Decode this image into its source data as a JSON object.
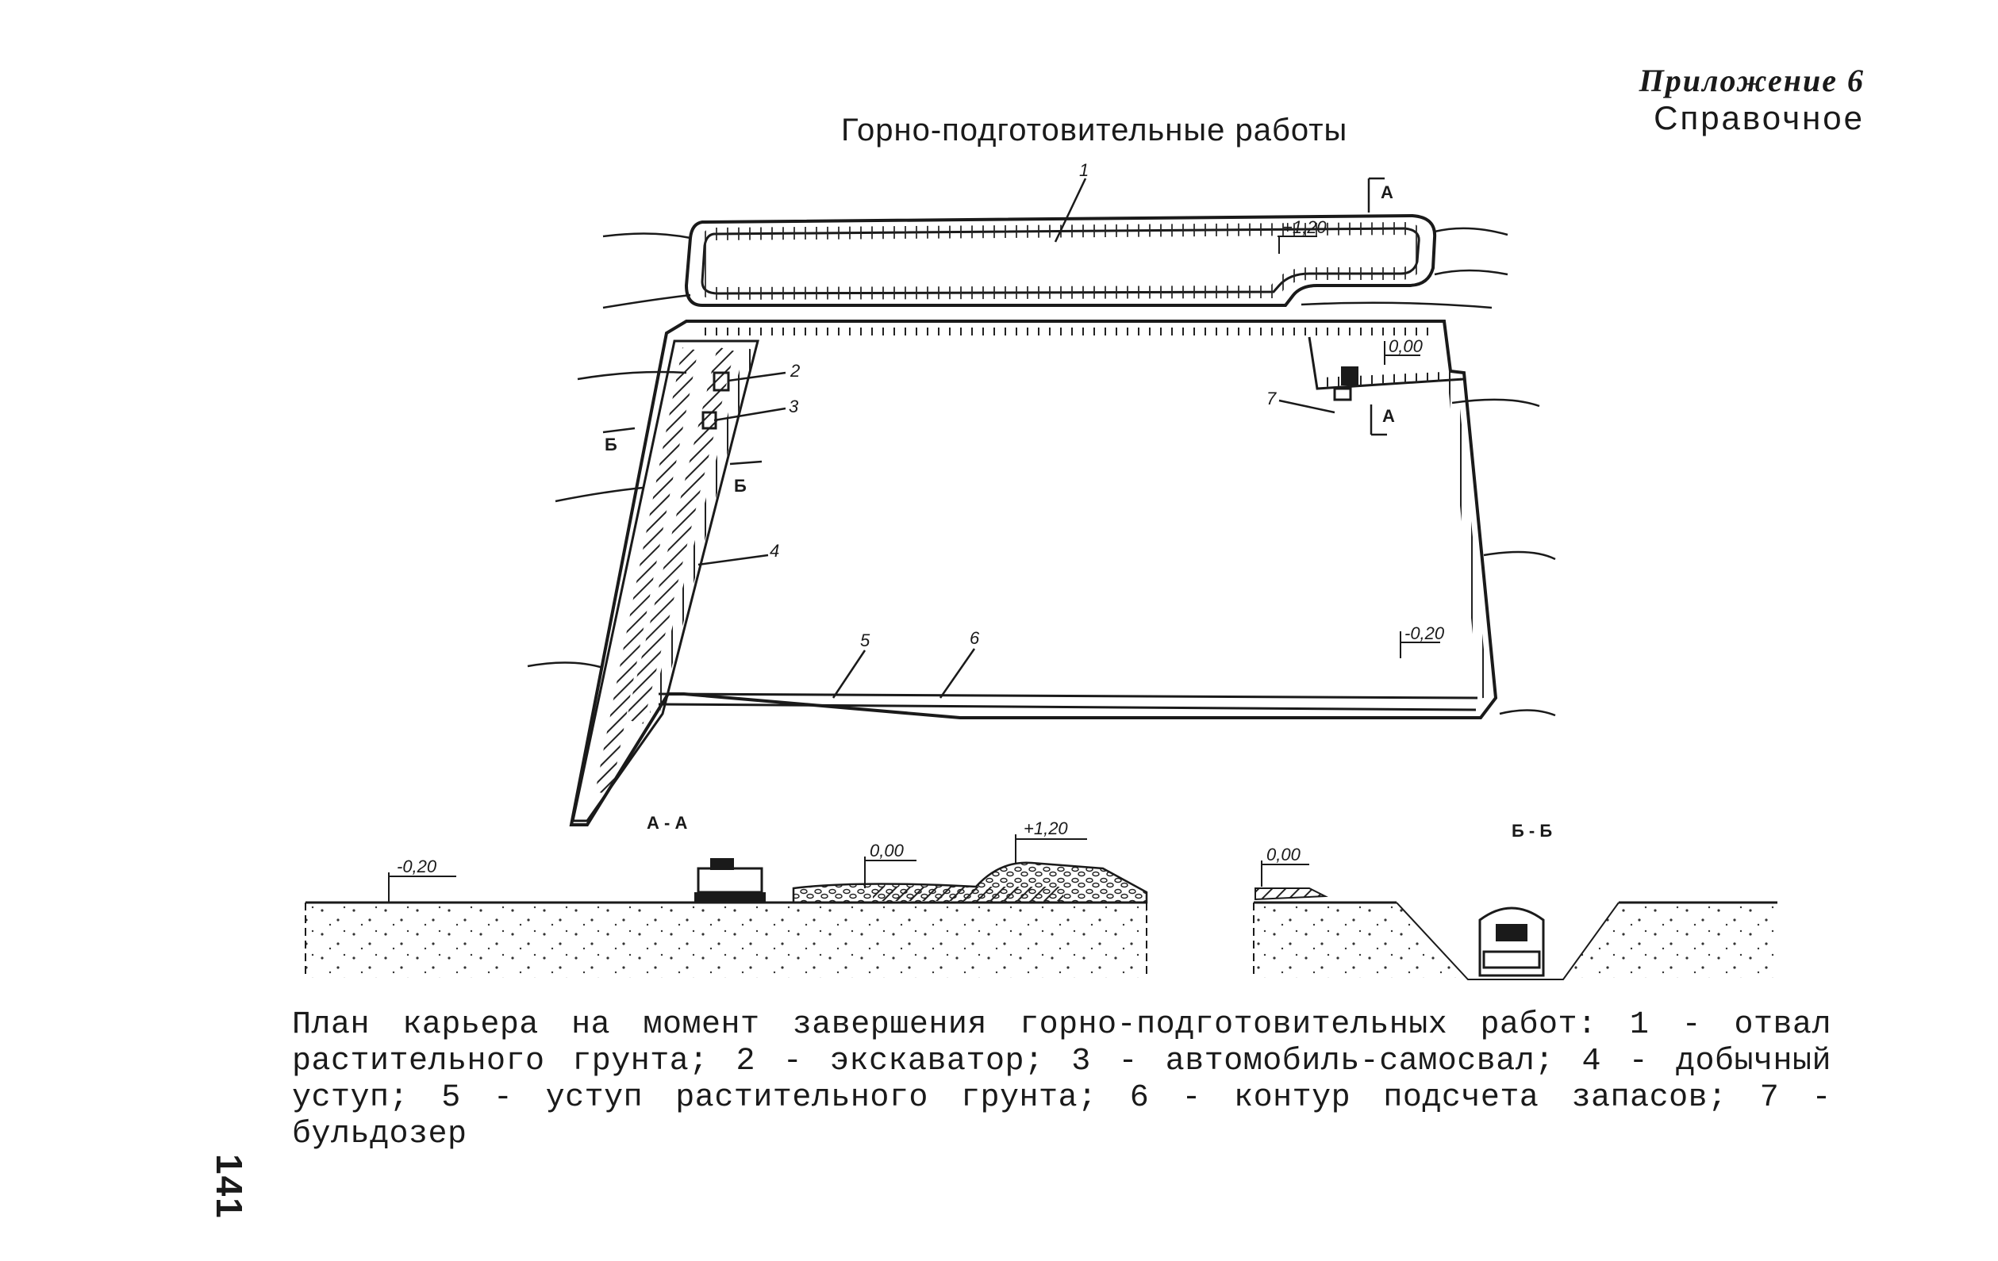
{
  "header": {
    "appendix": "Приложение 6",
    "reference": "Справочное"
  },
  "drawing": {
    "title": "Горно-подготовительные работы",
    "callouts": [
      "1",
      "2",
      "3",
      "4",
      "5",
      "6",
      "7"
    ],
    "elevations": {
      "top_dump": "+1,20",
      "zero": "0,00",
      "bottom": "-0,20"
    },
    "section_markers": {
      "a": "А",
      "b": "Б"
    },
    "sections": {
      "aa": "А - А",
      "bb": "Б - Б",
      "aa_left": "-0,20",
      "aa_mid": "0,00",
      "aa_right": "+1,20",
      "bb_left": "0,00"
    }
  },
  "caption": "План карьера на момент завершения горно-подготовительных работ: 1 - отвал растительного грунта; 2 - экскаватор; 3 - автомобиль-самосвал; 4 - добычный уступ; 5 - уступ растительного грунта; 6 - контур подсчета запасов; 7 - бульдозер",
  "page_number": "141"
}
